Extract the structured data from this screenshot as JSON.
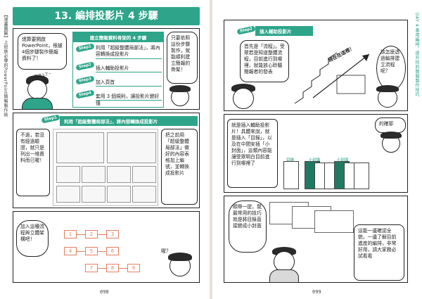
{
  "left_page": {
    "side_title": "【漫畫圖解】上班族必學的PowerPoint簡報製作術",
    "page_number": "098",
    "title": "13. 編排投影片 4 步驟",
    "panel1": {
      "bubble_intro": "總算要開啟PowerPoint，根據4個步驟製作簡報資料了！",
      "badge_text": "聯絡上了~",
      "header": "建立簡報資料骨架的 4 步驟",
      "steps": [
        {
          "badge": "Step1",
          "text": "利用「超級整體局部法」，將內容轉換成投影片"
        },
        {
          "badge": "Step2",
          "text": "插入輔助投影片"
        },
        {
          "badge": "Step3",
          "text": "加入頁首"
        },
        {
          "badge": "Step4",
          "text": "套用 3 個規則，讓投影片變好懂"
        }
      ],
      "bubble_right": "只要依照這份步驟製作，就能順利建立簡報的骨架！"
    },
    "panel2": {
      "badge": "Step1",
      "header": "利用「超級整體局部法」，將內容轉換成投影片",
      "bubble_left": "不過，若沒有經過驗證，就只是列出一堆資料而已喔！",
      "bubble_right": "把之前用「超級整體局部法」做好的內容表格加上編號，並轉換成投影片"
    },
    "panel3": {
      "bubble_left": "加入這種流程與立體架構吧！",
      "boxes": [
        "1",
        "2",
        "3",
        "4",
        "5",
        "6",
        "7",
        "8",
        "9"
      ],
      "exclaim": "喔？"
    }
  },
  "right_page": {
    "side_title": "DAY 4 善用編排，提升你的簡報製作技巧",
    "page_number": "099",
    "panel1": {
      "badge": "Step2",
      "header": "插入輔助投影片",
      "bubble_left": "首先是「流程」。受眾若是知道整體流程，目前進行到哪裡，就能放心聆聽簡報者的發表",
      "arrow_label": "現在在這裡！",
      "bubble_right": "該怎麼透過編排建立流程呢？"
    },
    "panel2": {
      "bubble_left": "就是插入輔助投影片！具體來說，就是插入「目錄」，以及在中間安插「小封面」，這類內容能讓受眾明白目前進行到哪裡了",
      "bubble_right": "的確耶",
      "label_toc": "目錄",
      "label_cover1": "小封面",
      "label_cover2": "小封面"
    },
    "panel3": {
      "bubble_left": "順帶一提，我最常用的技巧就是將目錄直接變成小封面",
      "bubble_right": "這能一邊確認全貌，一邊了解目前進度的編排，非常好用，請大家務必試看看"
    },
    "colors": {
      "accent": "#2ea58a",
      "flow": "#e57f5f"
    }
  }
}
